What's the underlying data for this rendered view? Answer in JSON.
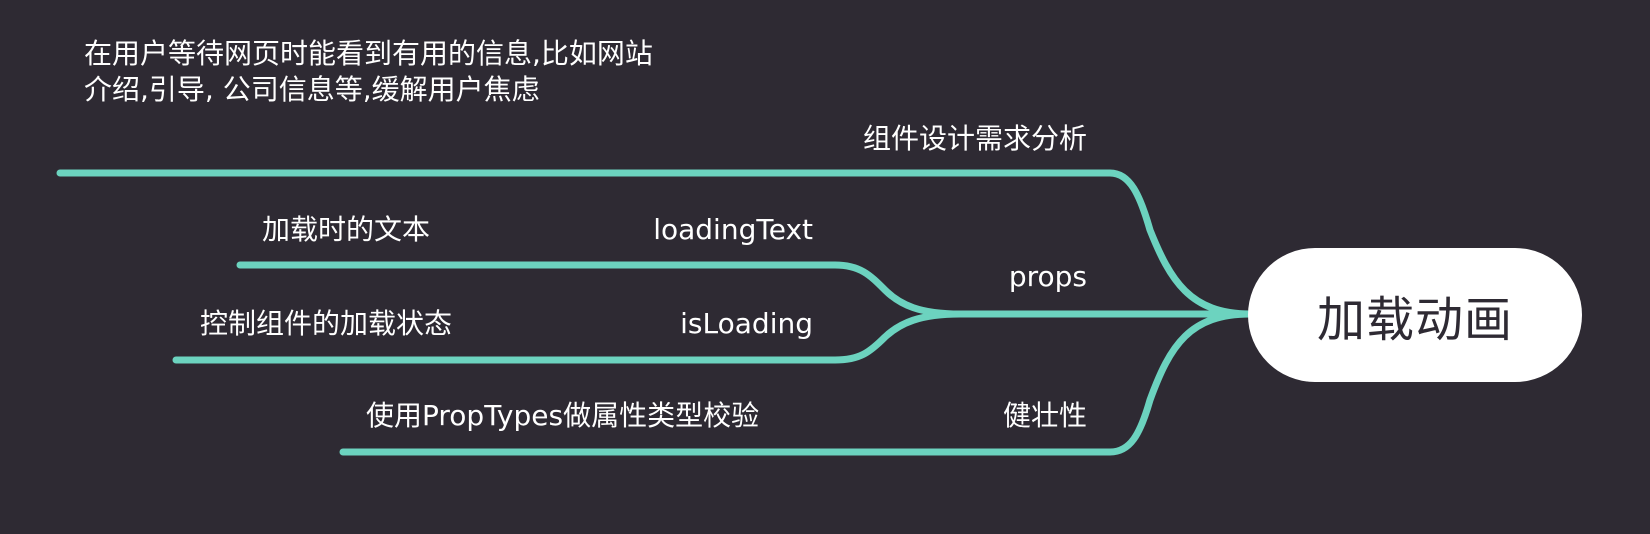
{
  "root": {
    "label": "加载动画"
  },
  "branches": {
    "analysis": {
      "label": "组件设计需求分析",
      "note": "在用户等待网页时能看到有用的信息,比如网站介绍,引导, 公司信息等,缓解用户焦虑"
    },
    "props": {
      "label": "props",
      "children": [
        {
          "label": "loadingText",
          "note": "加载时的文本"
        },
        {
          "label": "isLoading",
          "note": "控制组件的加载状态"
        }
      ]
    },
    "robustness": {
      "label": "健壮性",
      "note": "使用PropTypes做属性类型校验"
    }
  },
  "colors": {
    "background": "#2e2a33",
    "branch": "#6cd3bf",
    "root_fill": "#ffffff",
    "root_text": "#2e2a33",
    "text": "#ffffff"
  }
}
